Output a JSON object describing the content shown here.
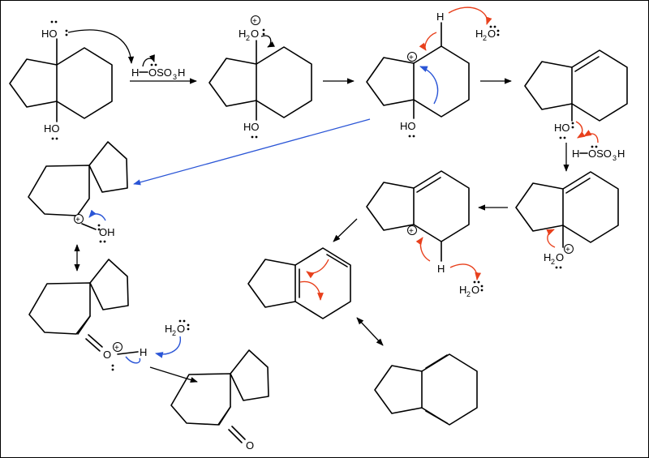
{
  "labels": {
    "ho": "HO",
    "oh": "OH",
    "h": "H",
    "o": "O",
    "h2o_h": "H",
    "h2o_2": "2",
    "h2o_o": "O",
    "oso3h": "OSO",
    "oso3h_3": "3",
    "oso3h_h": "H",
    "plus": "+"
  },
  "colors": {
    "red_arrow": "#e8401c",
    "blue_arrow": "#2a55d6",
    "ink": "#000000",
    "background": "#ffffff"
  }
}
